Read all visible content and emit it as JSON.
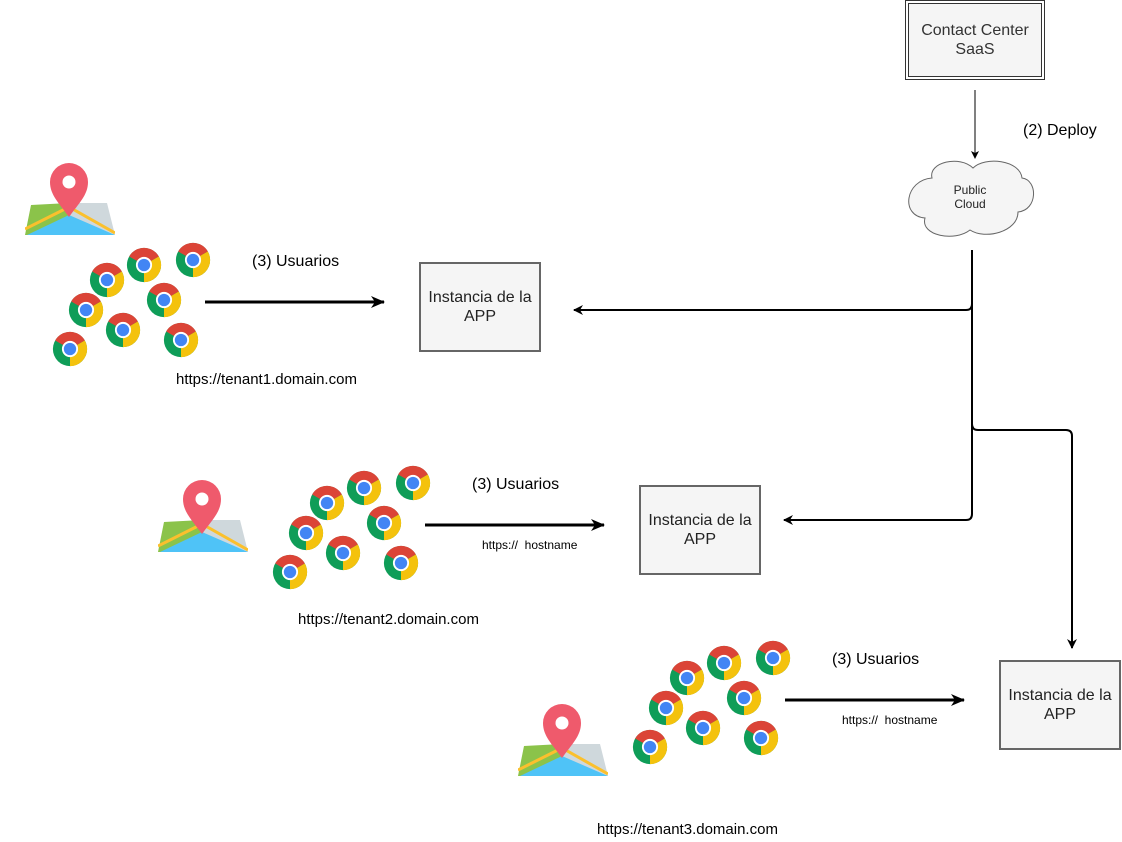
{
  "saas": {
    "line1": "Contact Center",
    "line2": "SaaS"
  },
  "deploy_label": "(2) Deploy",
  "cloud": {
    "line1": "Public",
    "line2": "Cloud"
  },
  "tenants": [
    {
      "usuarios_label": "(3) Usuarios",
      "hostname_label": "",
      "url": "https://tenant1.domain.com",
      "instance_line1": "Instancia de la",
      "instance_line2": "APP"
    },
    {
      "usuarios_label": "(3) Usuarios",
      "hostname_label": "https://  hostname",
      "url": "https://tenant2.domain.com",
      "instance_line1": "Instancia de la",
      "instance_line2": "APP"
    },
    {
      "usuarios_label": "(3) Usuarios",
      "hostname_label": "https://  hostname",
      "url": "https://tenant3.domain.com",
      "instance_line1": "Instancia de la",
      "instance_line2": "APP"
    }
  ],
  "icons": {
    "map": "map-pin-icon",
    "browser": "chrome-browser-icon"
  },
  "colors": {
    "pin": "#ef5a6c",
    "map_green": "#8bc34a",
    "map_blue": "#4fc3f7",
    "map_gray": "#cfd8dc",
    "chrome_red": "#db4437",
    "chrome_yellow": "#f4c20d",
    "chrome_green": "#0f9d58",
    "chrome_blue": "#4285f4",
    "box_fill": "#f5f5f5",
    "box_stroke": "#666666"
  }
}
